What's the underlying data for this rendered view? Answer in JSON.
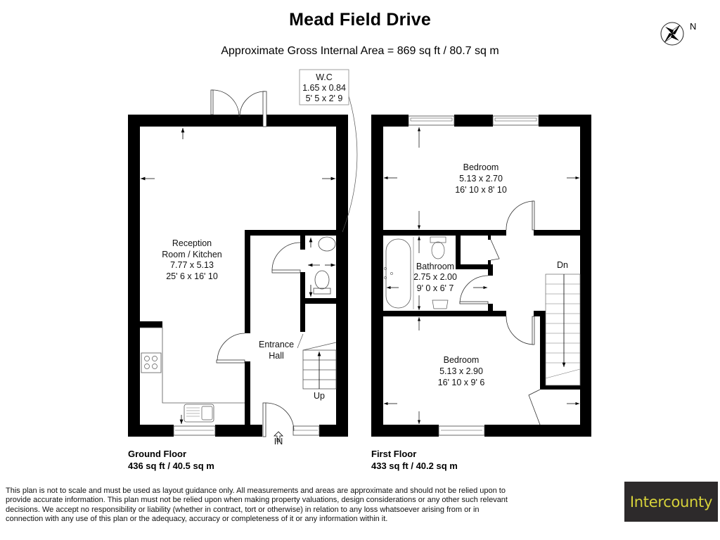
{
  "header": {
    "title": "Mead Field Drive",
    "subtitle": "Approximate Gross Internal Area = 869 sq ft / 80.7 sq m",
    "compass_label": "N",
    "compass_icon": "compass-rose-icon"
  },
  "ground_floor": {
    "label": "Ground Floor",
    "area": "436 sq ft / 40.5 sq m",
    "entry_label": "IN",
    "stairs_label": "Up",
    "rooms": [
      {
        "name_line1": "Reception",
        "name_line2": "Room / Kitchen",
        "metric": "7.77 x 5.13",
        "imperial": "25' 6 x 16' 10"
      },
      {
        "name_line1": "Entrance",
        "name_line2": "Hall"
      }
    ],
    "wc_callout": {
      "name": "W.C",
      "metric": "1.65 x 0.84",
      "imperial": "5' 5 x 2' 9"
    }
  },
  "first_floor": {
    "label": "First Floor",
    "area": "433 sq ft / 40.2 sq m",
    "stairs_label": "Dn",
    "rooms": [
      {
        "name": "Bedroom",
        "metric": "5.13 x 2.70",
        "imperial": "16' 10 x 8' 10"
      },
      {
        "name": "Bathroom",
        "metric": "2.75 x 2.00",
        "imperial": "9' 0 x 6' 7"
      },
      {
        "name": "Bedroom",
        "metric": "5.13 x 2.90",
        "imperial": "16' 10 x 9' 6"
      }
    ]
  },
  "footer": {
    "disclaimer_lines": [
      "This plan is not to scale and must be used as layout guidance only. All measurements and areas are approximate and should not be relied upon to",
      "provide accurate information. This plan must not be relied upon when making property valuations, design considerations or any other such relevant",
      "decisions. We accept no responsibility or liability (whether in contract, tort or otherwise) in relation to any loss whatsoever arising from or in",
      "connection with any use of this plan or the adequacy, accuracy or completeness of it or any information within it."
    ],
    "brand": "Intercounty"
  },
  "colors": {
    "wall": "#000000",
    "brand_bg": "#2d2a2b",
    "brand_text": "#d6d23a"
  }
}
